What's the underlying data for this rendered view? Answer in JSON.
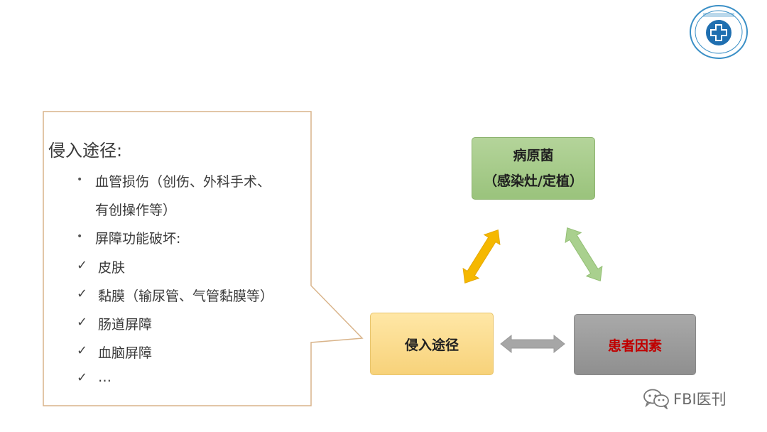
{
  "callout": {
    "title": "侵入途径:",
    "items": [
      {
        "marker": "•",
        "text": "血管损伤（创伤、外科手术、"
      },
      {
        "marker": "",
        "text": "有创操作等）"
      },
      {
        "marker": "•",
        "text": "屏障功能破坏:"
      },
      {
        "marker": "✓",
        "text": "皮肤"
      },
      {
        "marker": "✓",
        "text": "黏膜（输尿管、气管黏膜等）"
      },
      {
        "marker": "✓",
        "text": "肠道屏障"
      },
      {
        "marker": "✓",
        "text": "血脑屏障"
      },
      {
        "marker": "✓",
        "text": "…"
      }
    ]
  },
  "diagram": {
    "pathogen": {
      "line1": "病原菌",
      "line2": "（感染灶/定植）"
    },
    "invasion": "侵入途径",
    "patient": "患者因素",
    "colors": {
      "pathogen_box": "#9ac37c",
      "invasion_box": "#f7d27a",
      "patient_box": "#8f8f8f",
      "patient_text": "#c00000",
      "arrow_left": "#f5b800",
      "arrow_right": "#a9d08e",
      "arrow_bottom": "#a6a6a6",
      "callout_border": "#d9b48a"
    }
  },
  "watermark": {
    "text": "FBI医刊",
    "icon": "wechat-icon"
  },
  "logo": {
    "icon": "hospital-logo-icon"
  }
}
